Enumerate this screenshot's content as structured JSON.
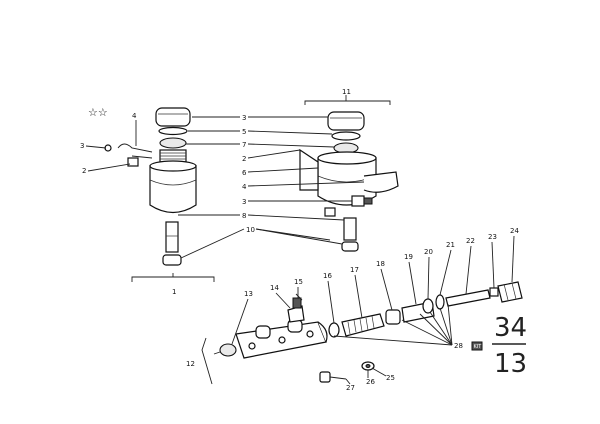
{
  "callouts": [
    {
      "id": "c-3a",
      "text": "3"
    },
    {
      "id": "c-5a",
      "text": "5"
    },
    {
      "id": "c-7",
      "text": "7"
    },
    {
      "id": "c-2b",
      "text": "2"
    },
    {
      "id": "c-6a",
      "text": "6"
    },
    {
      "id": "c-4b",
      "text": "4"
    },
    {
      "id": "c-3b",
      "text": "3"
    },
    {
      "id": "c-8",
      "text": "8"
    },
    {
      "id": "c-10",
      "text": "10"
    },
    {
      "id": "c-11",
      "text": "11"
    },
    {
      "id": "c-4a",
      "text": "4"
    },
    {
      "id": "c-3c",
      "text": "3"
    },
    {
      "id": "c-2a",
      "text": "2"
    },
    {
      "id": "c-1",
      "text": "1"
    },
    {
      "id": "c-12",
      "text": "12"
    },
    {
      "id": "c-13",
      "text": "13"
    },
    {
      "id": "c-14",
      "text": "14"
    },
    {
      "id": "c-15",
      "text": "15"
    },
    {
      "id": "c-16",
      "text": "16"
    },
    {
      "id": "c-17",
      "text": "17"
    },
    {
      "id": "c-18",
      "text": "18"
    },
    {
      "id": "c-19",
      "text": "19"
    },
    {
      "id": "c-20",
      "text": "20"
    },
    {
      "id": "c-21",
      "text": "21"
    },
    {
      "id": "c-22",
      "text": "22"
    },
    {
      "id": "c-23",
      "text": "23"
    },
    {
      "id": "c-24",
      "text": "24"
    },
    {
      "id": "c-25",
      "text": "25"
    },
    {
      "id": "c-26",
      "text": "26"
    },
    {
      "id": "c-27",
      "text": "27"
    },
    {
      "id": "c-28",
      "text": "28"
    }
  ],
  "group_code": {
    "top": "34",
    "bottom": "13"
  },
  "marks": {
    "stars": "☆☆"
  }
}
